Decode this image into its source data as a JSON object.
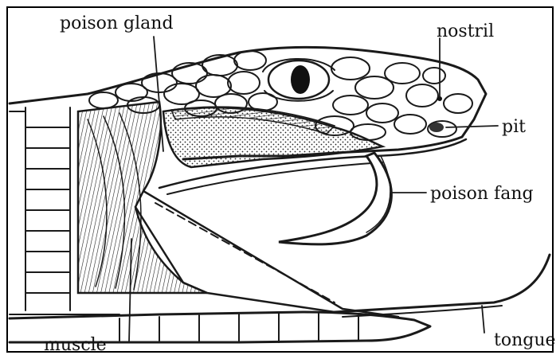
{
  "diagram": {
    "labels": {
      "poison_gland": "poison gland",
      "nostril": "nostril",
      "pit": "pit",
      "poison_fang": "poison fang",
      "muscle": "muscle",
      "tongue": "tongue"
    },
    "colors": {
      "ink": "#1a1a1a",
      "background": "#ffffff"
    }
  }
}
